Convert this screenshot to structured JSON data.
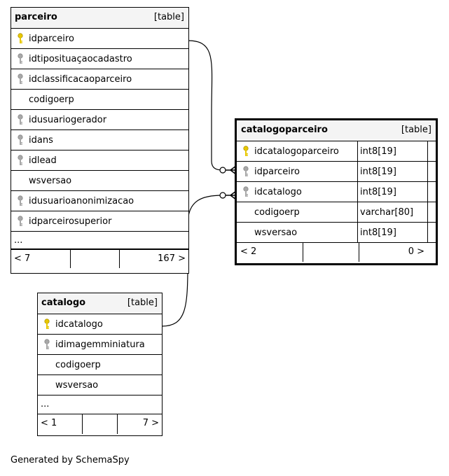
{
  "tables": {
    "parceiro": {
      "name": "parceiro",
      "type": "[table]",
      "columns": [
        {
          "name": "idparceiro",
          "key": "primary"
        },
        {
          "name": "idtiposituaçaocadastro",
          "key": "foreign"
        },
        {
          "name": "idclassificacaoparceiro",
          "key": "foreign"
        },
        {
          "name": "codigoerp",
          "key": "none"
        },
        {
          "name": "idusuariogerador",
          "key": "foreign"
        },
        {
          "name": "idans",
          "key": "foreign"
        },
        {
          "name": "idlead",
          "key": "foreign"
        },
        {
          "name": "wsversao",
          "key": "none"
        },
        {
          "name": "idusuarioanonimizacao",
          "key": "foreign"
        },
        {
          "name": "idparceirosuperior",
          "key": "foreign"
        }
      ],
      "more": "...",
      "footer": {
        "left": "< 7",
        "right": "167 >"
      }
    },
    "catalogoparceiro": {
      "name": "catalogoparceiro",
      "type": "[table]",
      "columns": [
        {
          "name": "idcatalogoparceiro",
          "key": "primary",
          "dtype": "int8[19]"
        },
        {
          "name": "idparceiro",
          "key": "foreign",
          "dtype": "int8[19]"
        },
        {
          "name": "idcatalogo",
          "key": "foreign",
          "dtype": "int8[19]"
        },
        {
          "name": "codigoerp",
          "key": "none",
          "dtype": "varchar[80]"
        },
        {
          "name": "wsversao",
          "key": "none",
          "dtype": "int8[19]"
        }
      ],
      "footer": {
        "left": "< 2",
        "right": "0 >"
      }
    },
    "catalogo": {
      "name": "catalogo",
      "type": "[table]",
      "columns": [
        {
          "name": "idcatalogo",
          "key": "primary"
        },
        {
          "name": "idimagemminiatura",
          "key": "foreign"
        },
        {
          "name": "codigoerp",
          "key": "none"
        },
        {
          "name": "wsversao",
          "key": "none"
        }
      ],
      "more": "...",
      "footer": {
        "left": "< 1",
        "right": "7 >"
      }
    }
  },
  "caption": "Generated by SchemaSpy",
  "colors": {
    "primary_key": "#e8c800",
    "foreign_key": "#a8a8a8",
    "header_bg": "#f4f4f4"
  }
}
